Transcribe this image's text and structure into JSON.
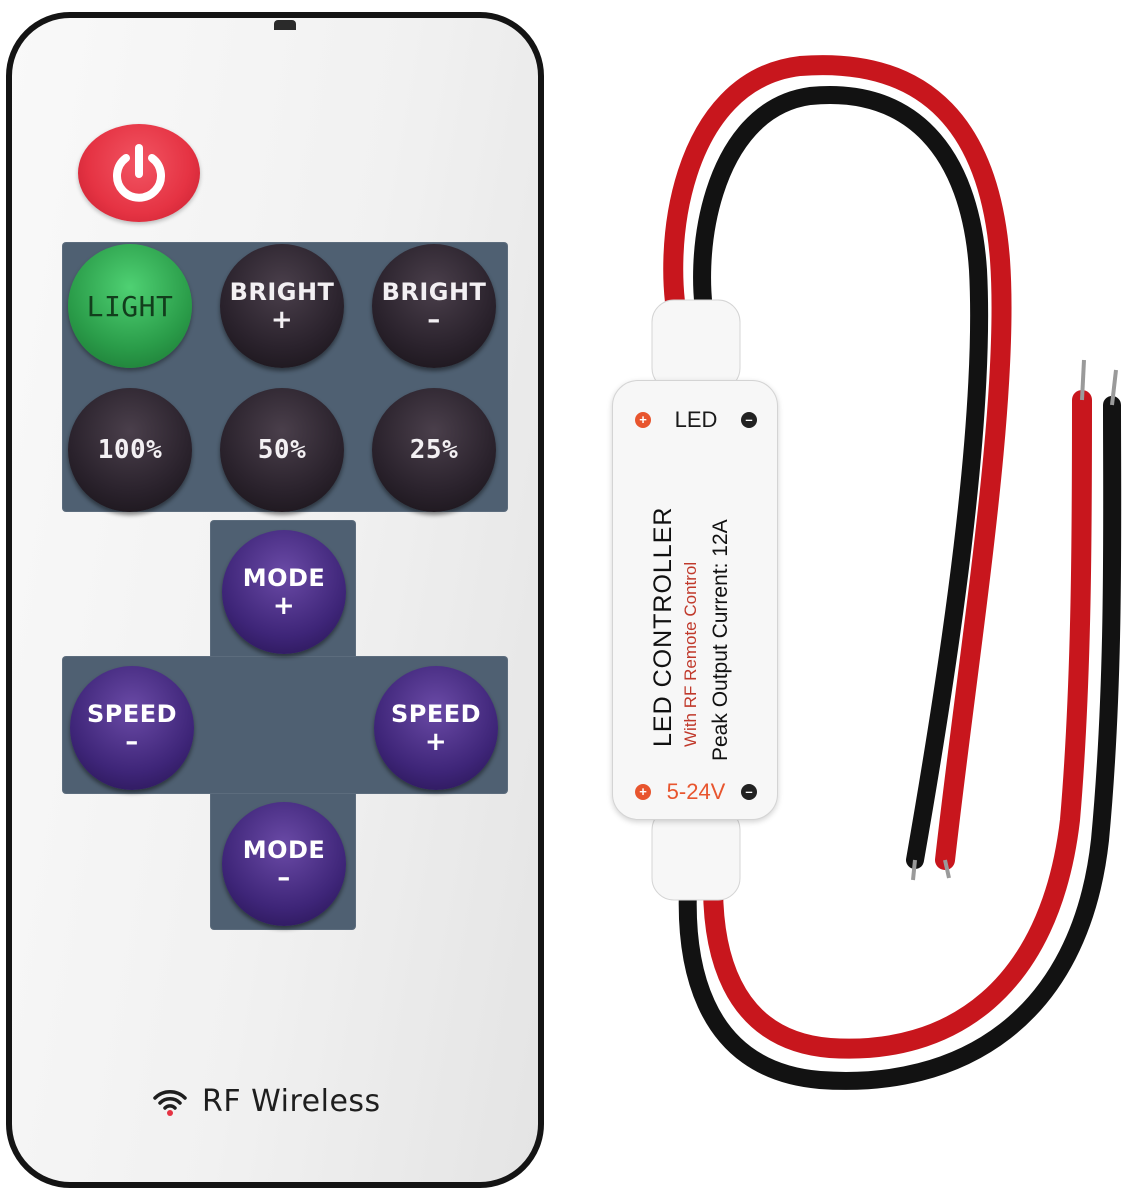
{
  "remote": {
    "power_icon": "power-icon",
    "grid_buttons": [
      {
        "label": "LIGHT",
        "style": "green"
      },
      {
        "label_line1": "BRIGHT",
        "label_line2": "+",
        "style": "dark"
      },
      {
        "label_line1": "BRIGHT",
        "label_line2": "–",
        "style": "dark"
      },
      {
        "label": "100%",
        "style": "dark"
      },
      {
        "label": "50%",
        "style": "dark"
      },
      {
        "label": "25%",
        "style": "dark"
      }
    ],
    "mode_plus": {
      "line1": "MODE",
      "line2": "+"
    },
    "mode_minus": {
      "line1": "MODE",
      "line2": "–"
    },
    "speed_minus": {
      "line1": "SPEED",
      "line2": "–"
    },
    "speed_plus": {
      "line1": "SPEED",
      "line2": "+"
    },
    "footer_icon": "wifi-icon",
    "footer_label": "RF Wireless"
  },
  "controller": {
    "output_label": "LED",
    "title": "LED CONTROLLER",
    "subtitle": "With RF Remote Control",
    "spec": "Peak Output Current: 12A",
    "input_label": "5-24V",
    "pos_symbol": "+",
    "neg_symbol": "–"
  },
  "colors": {
    "power": "#e53343",
    "light_button": "#2a9c49",
    "dark_button": "#2a222c",
    "purple_button": "#3e2578",
    "panel": "#4f6072",
    "wire_red": "#c8161d",
    "wire_black": "#121212",
    "subtitle_red": "#c0392b"
  }
}
